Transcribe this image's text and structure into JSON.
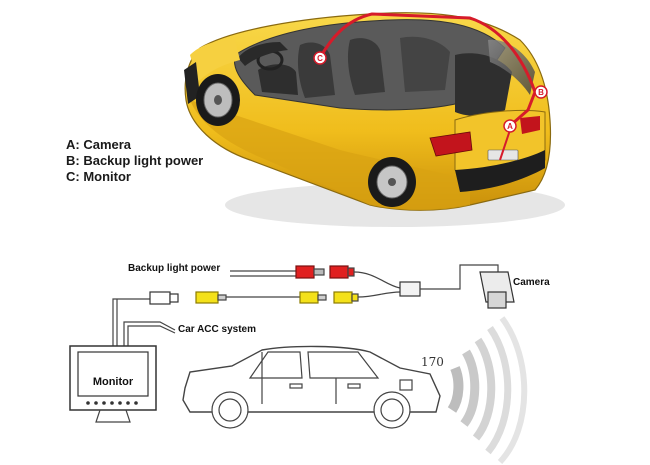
{
  "legend": {
    "a": "A: Camera",
    "b": "B: Backup light power",
    "c": "C: Monitor"
  },
  "car_markers": {
    "a": "A",
    "b": "B",
    "c": "C"
  },
  "wiring": {
    "backup_light_power": "Backup light power",
    "camera": "Camera",
    "car_acc_system": "Car ACC system",
    "monitor": "Monitor",
    "view_angle": "170"
  },
  "colors": {
    "car_body": "#f2c020",
    "wire_route": "#d61b2a",
    "plug_red": "#e02020",
    "plug_yellow": "#f4e11a"
  }
}
